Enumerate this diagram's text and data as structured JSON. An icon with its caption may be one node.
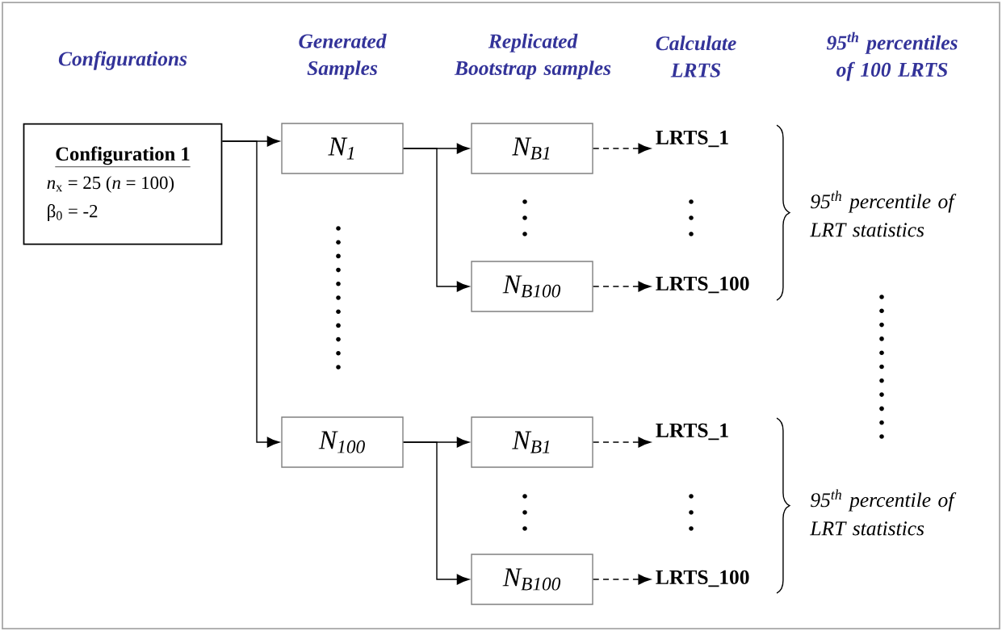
{
  "diagram": {
    "nodes": [
      {
        "text": [
          "Configuration 1",
          "*n*$_{x}$ = 25 (*n* = 100)",
          "β$_{0}$ =   -2"
        ]
      },
      {
        "text": [
          "N$_{1}$"
        ]
      },
      {
        "text": [
          "N$_{100}$"
        ]
      },
      {
        "text": [
          "N$_{B1}$"
        ]
      },
      {
        "text": [
          "N$_{B100}$"
        ]
      },
      {
        "text": [
          "N$_{B1}$"
        ]
      },
      {
        "text": [
          "N$_{B100}$"
        ]
      },
      {
        "text": [
          "LRTS_1"
        ]
      },
      {
        "text": [
          "LRTS_100"
        ]
      },
      {
        "text": [
          "LRTS_1"
        ]
      },
      {
        "text": [
          "LRTS_100"
        ]
      }
    ],
    "edges": [
      {
        "from": 0,
        "to": 1,
        "arrow": "to"
      },
      {
        "from": 0,
        "to": 2,
        "arrow": "to"
      },
      {
        "from": 1,
        "to": 3,
        "arrow": "to"
      },
      {
        "from": 1,
        "to": 4,
        "arrow": "to"
      },
      {
        "from": 2,
        "to": 5,
        "arrow": "to"
      },
      {
        "from": 2,
        "to": 6,
        "arrow": "to"
      },
      {
        "from": 3,
        "to": 7,
        "arrow": "to",
        "style": "dashed"
      },
      {
        "from": 4,
        "to": 8,
        "arrow": "to",
        "style": "dashed"
      },
      {
        "from": 5,
        "to": 9,
        "arrow": "to",
        "style": "dashed"
      },
      {
        "from": 6,
        "to": 10,
        "arrow": "to",
        "style": "dashed"
      }
    ],
    "labels": [
      "Configurations",
      "Generated Samples",
      "Replicated Bootstrap samples",
      "Calculate LRTS",
      "95$^{th}$ percentiles of 100 LRTS",
      "95$^{th}$ percentile of LRT statistics",
      "95$^{th}$ percentile of LRT statistics"
    ]
  }
}
